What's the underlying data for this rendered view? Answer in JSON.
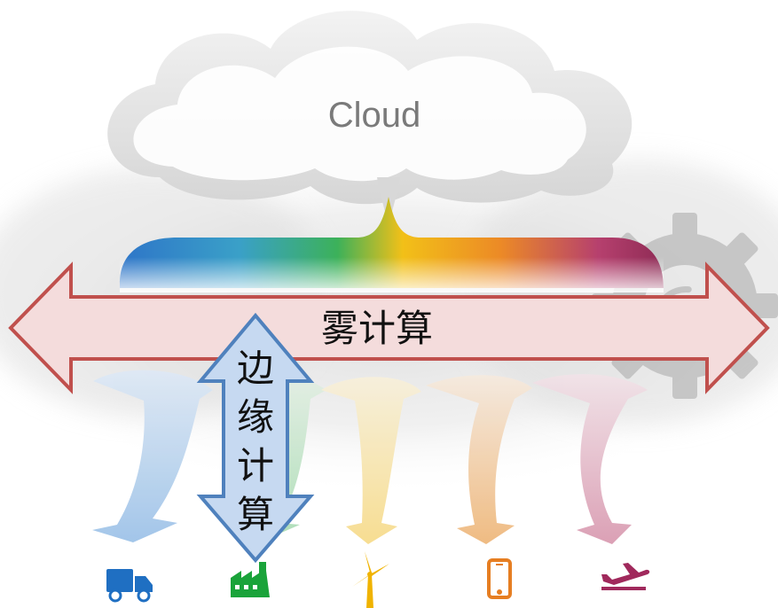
{
  "diagram": {
    "cloud_label": "Cloud",
    "fog_label": "雾计算",
    "edge_label_chars": [
      "边",
      "缘",
      "计",
      "算"
    ]
  },
  "colors": {
    "fog_arrow_fill": "#f4dcdc",
    "fog_arrow_stroke": "#c0504d",
    "edge_arrow_fill": "#c6d9f1",
    "edge_arrow_stroke": "#4f81bd",
    "device_truck": "#1f6fc2",
    "device_factory": "#1aa33a",
    "device_wind": "#f0b300",
    "device_phone": "#e67e22",
    "device_plane": "#a0295c"
  },
  "devices": [
    {
      "icon": "truck-icon",
      "color_key": "device_truck"
    },
    {
      "icon": "factory-icon",
      "color_key": "device_factory"
    },
    {
      "icon": "wind-turbine-icon",
      "color_key": "device_wind"
    },
    {
      "icon": "smartphone-icon",
      "color_key": "device_phone"
    },
    {
      "icon": "airplane-icon",
      "color_key": "device_plane"
    }
  ]
}
